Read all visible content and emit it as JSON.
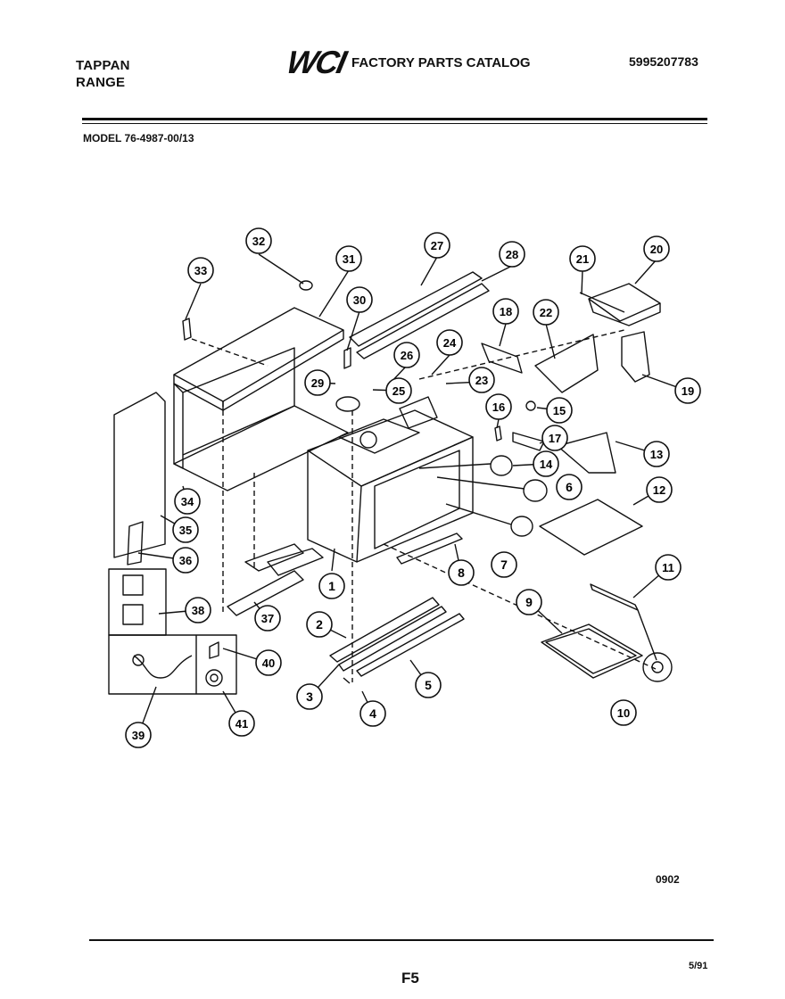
{
  "header": {
    "brand_line1": "TAPPAN",
    "brand_line2": "RANGE",
    "logo_text": "WCI",
    "catalog_title": "FACTORY PARTS CATALOG",
    "part_number": "5995207783",
    "model": "MODEL 76-4987-00/13"
  },
  "diagram": {
    "figure_code": "0902",
    "callouts": [
      "1",
      "2",
      "3",
      "4",
      "5",
      "6",
      "7",
      "8",
      "9",
      "10",
      "11",
      "12",
      "13",
      "14",
      "15",
      "16",
      "17",
      "18",
      "19",
      "20",
      "21",
      "22",
      "23",
      "24",
      "25",
      "26",
      "27",
      "28",
      "29",
      "30",
      "31",
      "32",
      "33",
      "34",
      "35",
      "36",
      "37",
      "38",
      "39",
      "40",
      "41"
    ]
  },
  "footer": {
    "page_code": "F5",
    "date": "5/91"
  }
}
